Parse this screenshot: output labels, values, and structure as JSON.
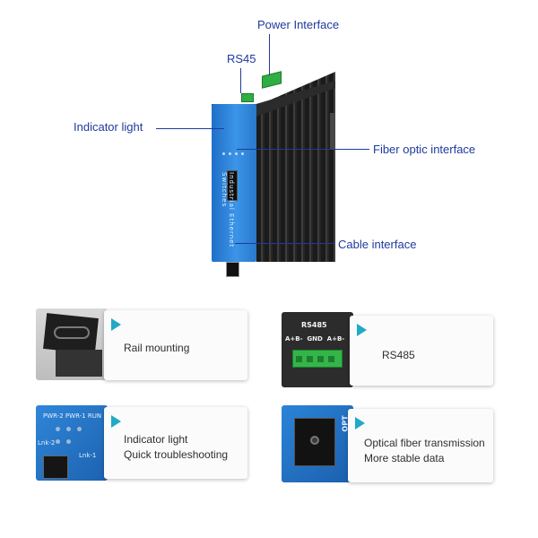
{
  "callouts": {
    "power_interface": "Power Interface",
    "rs45": "RS45",
    "indicator_light": "Indicator light",
    "fiber_optic_interface": "Fiber optic interface",
    "cable_interface": "Cable interface"
  },
  "device": {
    "side_text": "Industrial Ethernet Switches"
  },
  "features": [
    {
      "line1": "Rail mounting",
      "line2": ""
    },
    {
      "line1": "RS485",
      "line2": ""
    },
    {
      "line1": "Indicator light",
      "line2": "Quick troubleshooting"
    },
    {
      "line1": "Optical fiber transmission",
      "line2": "More stable data"
    }
  ],
  "photos": {
    "rs485": {
      "title": "RS485",
      "pins": "A+B-  GND  A+B-"
    },
    "indicator": {
      "top": "PWR-2 PWR-1 RUN",
      "left": "Lnk-2",
      "right": "Lnk-1"
    },
    "optical": {
      "label": "OPT"
    }
  },
  "colors": {
    "callout_text": "#1f3a9e",
    "accent_arrow": "#21a9c8",
    "device_blue": "#2f86d8",
    "terminal_green": "#33b54a"
  }
}
